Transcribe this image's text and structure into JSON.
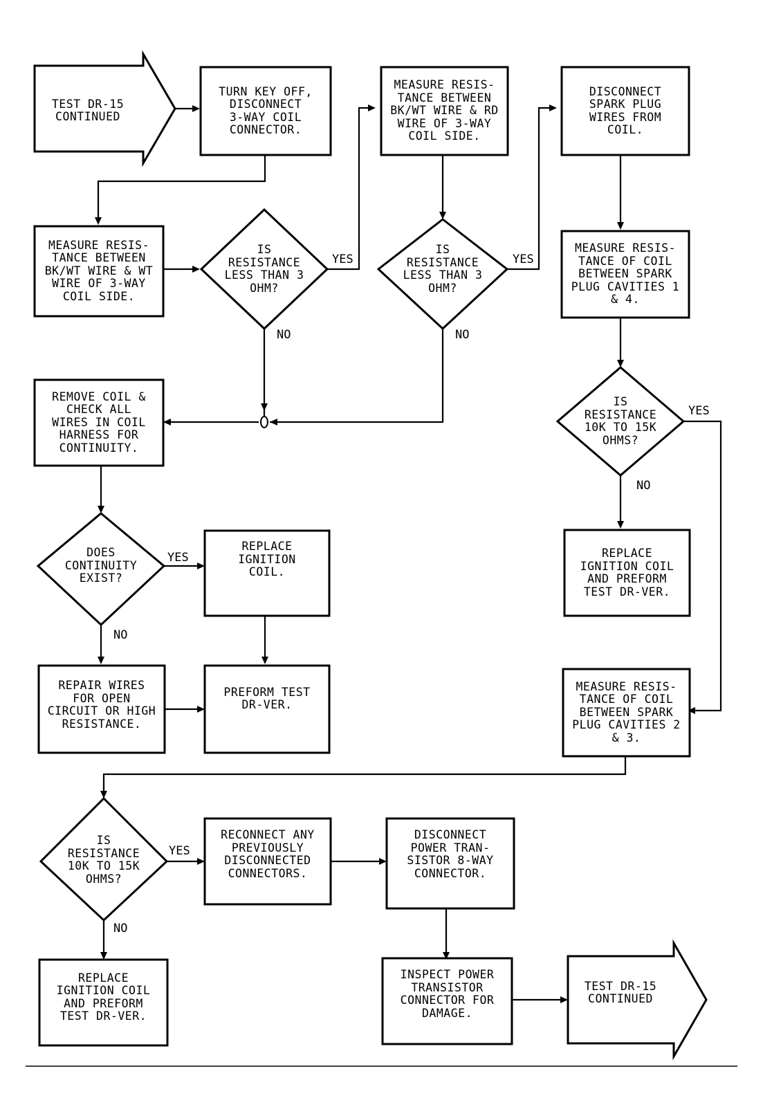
{
  "nodes": {
    "start": "TEST DR-15\nCONTINUED",
    "a1": "TURN KEY OFF,\nDISCONNECT\n3-WAY COIL\nCONNECTOR.",
    "a2": "MEASURE RESIS-\nTANCE BETWEEN\nBK/WT WIRE & WT\nWIRE OF 3-WAY\nCOIL SIDE.",
    "d1": "IS\nRESISTANCE\nLESS THAN 3\nOHM?",
    "b1": "MEASURE RESIS-\nTANCE BETWEEN\nBK/WT WIRE & RD\nWIRE OF 3-WAY\nCOIL SIDE.",
    "d2": "IS\nRESISTANCE\nLESS THAN 3\nOHM?",
    "c1": "DISCONNECT\nSPARK PLUG\nWIRES FROM\nCOIL.",
    "c2": "MEASURE RESIS-\nTANCE OF COIL\nBETWEEN SPARK\nPLUG CAVITIES 1\n& 4.",
    "d3": "IS\nRESISTANCE\n10K TO 15K\nOHMS?",
    "c3": "REPLACE\nIGNITION COIL\nAND PREFORM\nTEST DR-VER.",
    "r1": "REMOVE COIL &\nCHECK ALL\nWIRES IN COIL\nHARNESS FOR\nCONTINUITY.",
    "d4": "DOES\nCONTINUITY\nEXIST?",
    "r2": "REPLACE\nIGNITION\nCOIL.",
    "r3": "REPAIR WIRES\nFOR OPEN\nCIRCUIT OR HIGH\nRESISTANCE.",
    "r4": "PREFORM TEST\nDR-VER.",
    "c4": "MEASURE RESIS-\nTANCE OF COIL\nBETWEEN SPARK\nPLUG CAVITIES 2\n& 3.",
    "d5": "IS\nRESISTANCE\n10K TO 15K\nOHMS?",
    "e1": "RECONNECT ANY\nPREVIOUSLY\nDISCONNECTED\nCONNECTORS.",
    "e2": "DISCONNECT\nPOWER TRAN-\nSISTOR 8-WAY\nCONNECTOR.",
    "e3": "INSPECT POWER\nTRANSISTOR\nCONNECTOR FOR\nDAMAGE.",
    "end": "TEST DR-15\nCONTINUED",
    "f1": "REPLACE\nIGNITION COIL\nAND PREFORM\nTEST DR-VER."
  },
  "branch_labels": {
    "d1_yes": "YES",
    "d1_no": "NO",
    "d2_yes": "YES",
    "d2_no": "NO",
    "d3_yes": "YES",
    "d3_no": "NO",
    "d4_yes": "YES",
    "d4_no": "NO",
    "d5_yes": "YES",
    "d5_no": "NO"
  }
}
